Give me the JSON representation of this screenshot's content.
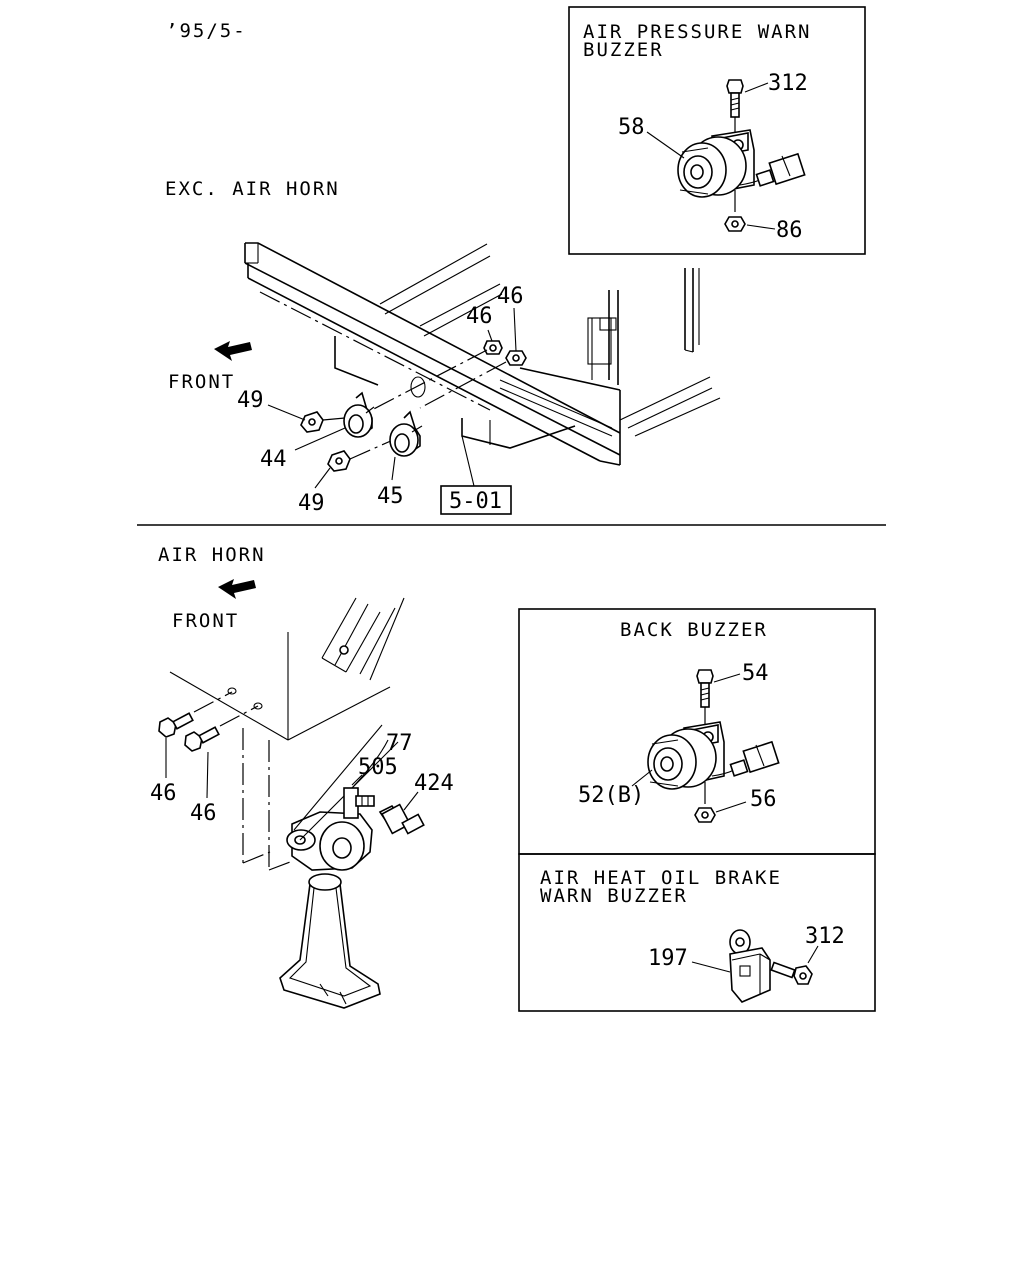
{
  "header": {
    "date_code": "’95/5-"
  },
  "sections": {
    "exc_air_horn": {
      "title": "EXC. AIR HORN",
      "front": "FRONT"
    },
    "air_horn": {
      "title": "AIR HORN",
      "front": "FRONT"
    }
  },
  "insets": {
    "air_pressure": {
      "title_line1": "AIR PRESSURE WARN",
      "title_line2": "BUZZER"
    },
    "back_buzzer": {
      "title": "BACK BUZZER"
    },
    "air_heat": {
      "title_line1": "AIR HEAT OIL BRAKE",
      "title_line2": "WARN BUZZER"
    }
  },
  "callouts": {
    "ap_bolt": "312",
    "ap_buzzer": "58",
    "ap_nut": "86",
    "horn_bolt_a": "46",
    "horn_bolt_b": "46",
    "nut_a": "49",
    "horn_a": "44",
    "nut_b": "49",
    "horn_b": "45",
    "ref_box": "5-01",
    "hose": "77",
    "fitting": "505",
    "adapter": "424",
    "bracket_bolt_a": "46",
    "bracket_bolt_b": "46",
    "bb_bolt": "54",
    "bb_buzzer": "52(B)",
    "bb_nut": "56",
    "ah_buzzer": "197",
    "ah_bolt": "312"
  }
}
